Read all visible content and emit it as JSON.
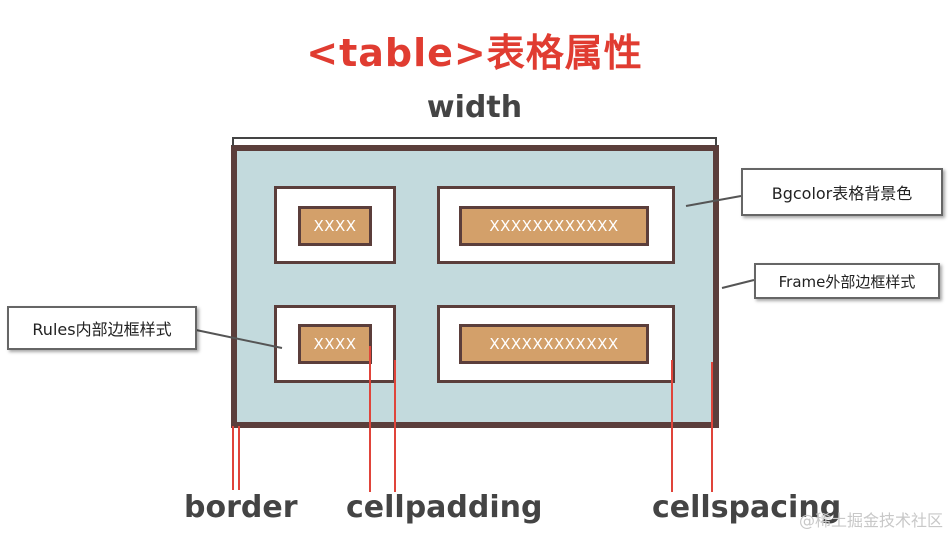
{
  "title": "<table>表格属性",
  "width_label": "width",
  "cells": [
    {
      "content": "XXXX"
    },
    {
      "content": "XXXXXXXXXXXX"
    },
    {
      "content": "XXXX"
    },
    {
      "content": "XXXXXXXXXXXX"
    }
  ],
  "callouts": {
    "bgcolor": "Bgcolor表格背景色",
    "frame": "Frame外部边框样式",
    "rules": "Rules内部边框样式"
  },
  "bottom_labels": {
    "border": "border",
    "cellpadding": "cellpadding",
    "cellspacing": "cellspacing"
  },
  "watermark": "@稀土掘金技术社区",
  "colors": {
    "title": "#e03c31",
    "table_border": "#5b3e3b",
    "table_background": "#c3dadd",
    "content_fill": "#d3a06a",
    "guide_lines": "#e0443a"
  }
}
